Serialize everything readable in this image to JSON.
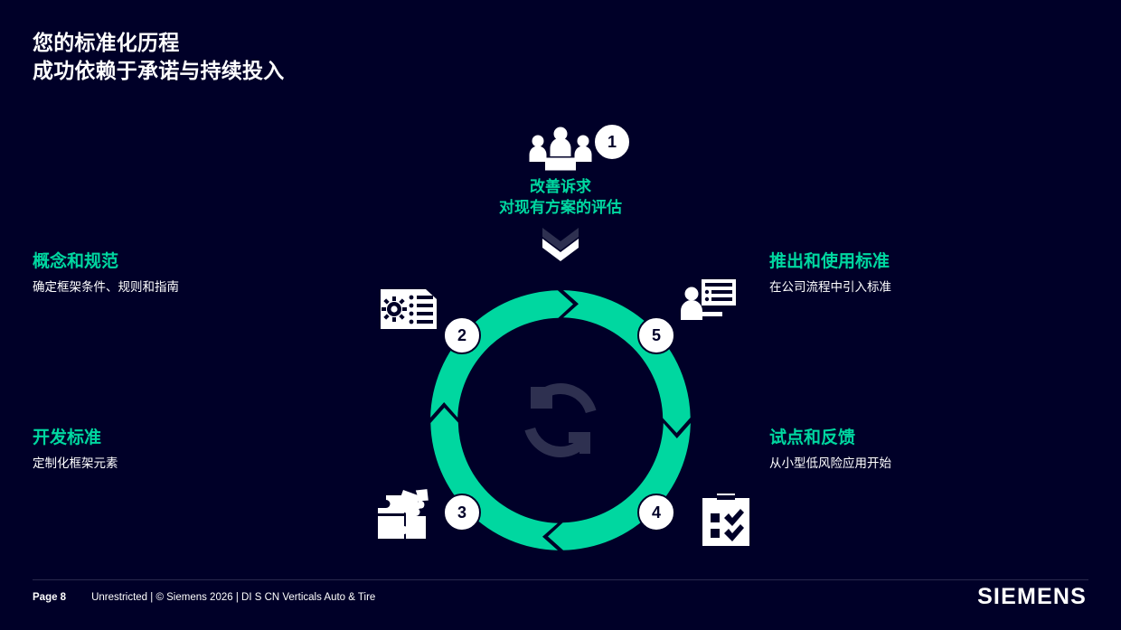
{
  "slide": {
    "background_color": "#000028",
    "accent_color": "#00d7a0",
    "text_color": "#ffffff",
    "muted_color": "#2e3050"
  },
  "title": {
    "line1": "您的标准化历程",
    "line2": "成功依赖于承诺与持续投入"
  },
  "step1": {
    "badge": "1",
    "icon": "people-meeting-icon",
    "caption_line1": "改善诉求",
    "caption_line2": "对现有方案的评估",
    "chevron_icon": "double-chevron-down-icon"
  },
  "steps": [
    {
      "badge": "2",
      "position": "top-left",
      "heading": "概念和规范",
      "subtext": "确定框架条件、规则和指南",
      "icon": "document-gear-list-icon"
    },
    {
      "badge": "3",
      "position": "bottom-left",
      "heading": "开发标准",
      "subtext": "定制化框架元素",
      "icon": "puzzle-pieces-icon"
    },
    {
      "badge": "4",
      "position": "bottom-right",
      "heading": "试点和反馈",
      "subtext": "从小型低风险应用开始",
      "icon": "clipboard-checklist-icon"
    },
    {
      "badge": "5",
      "position": "top-right",
      "heading": "推出和使用标准",
      "subtext": "在公司流程中引入标准",
      "icon": "presenter-board-icon"
    }
  ],
  "cycle": {
    "center_icon": "refresh-loop-icon",
    "arrow_color": "#00d7a0",
    "arrow_count": 4
  },
  "footer": {
    "page": "Page 8",
    "meta": "Unrestricted | © Siemens 2026 | DI S CN Verticals Auto & Tire",
    "logo": "SIEMENS"
  }
}
